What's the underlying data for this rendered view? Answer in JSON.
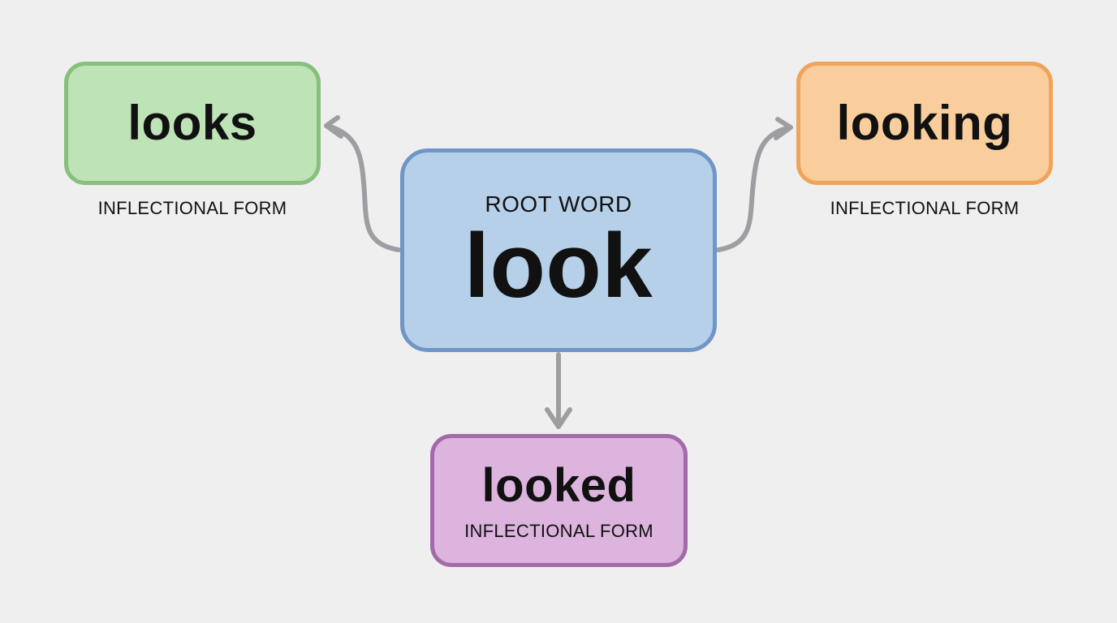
{
  "root": {
    "label": "ROOT WORD",
    "word": "look"
  },
  "forms": {
    "left": {
      "word": "looks",
      "caption": "INFLECTIONAL FORM",
      "fill": "#bde3b6",
      "border": "#86c07c"
    },
    "right": {
      "word": "looking",
      "caption": "INFLECTIONAL FORM",
      "fill": "#f9cd9c",
      "border": "#eea45a"
    },
    "bottom": {
      "word": "looked",
      "caption": "INFLECTIONAL FORM",
      "fill": "#dcb4dd",
      "border": "#a36aa9"
    }
  },
  "colors": {
    "background": "#efefef",
    "root_fill": "#b7d0ea",
    "root_border": "#6f96c6",
    "arrow": "#9c9ea1",
    "text": "#111111"
  }
}
